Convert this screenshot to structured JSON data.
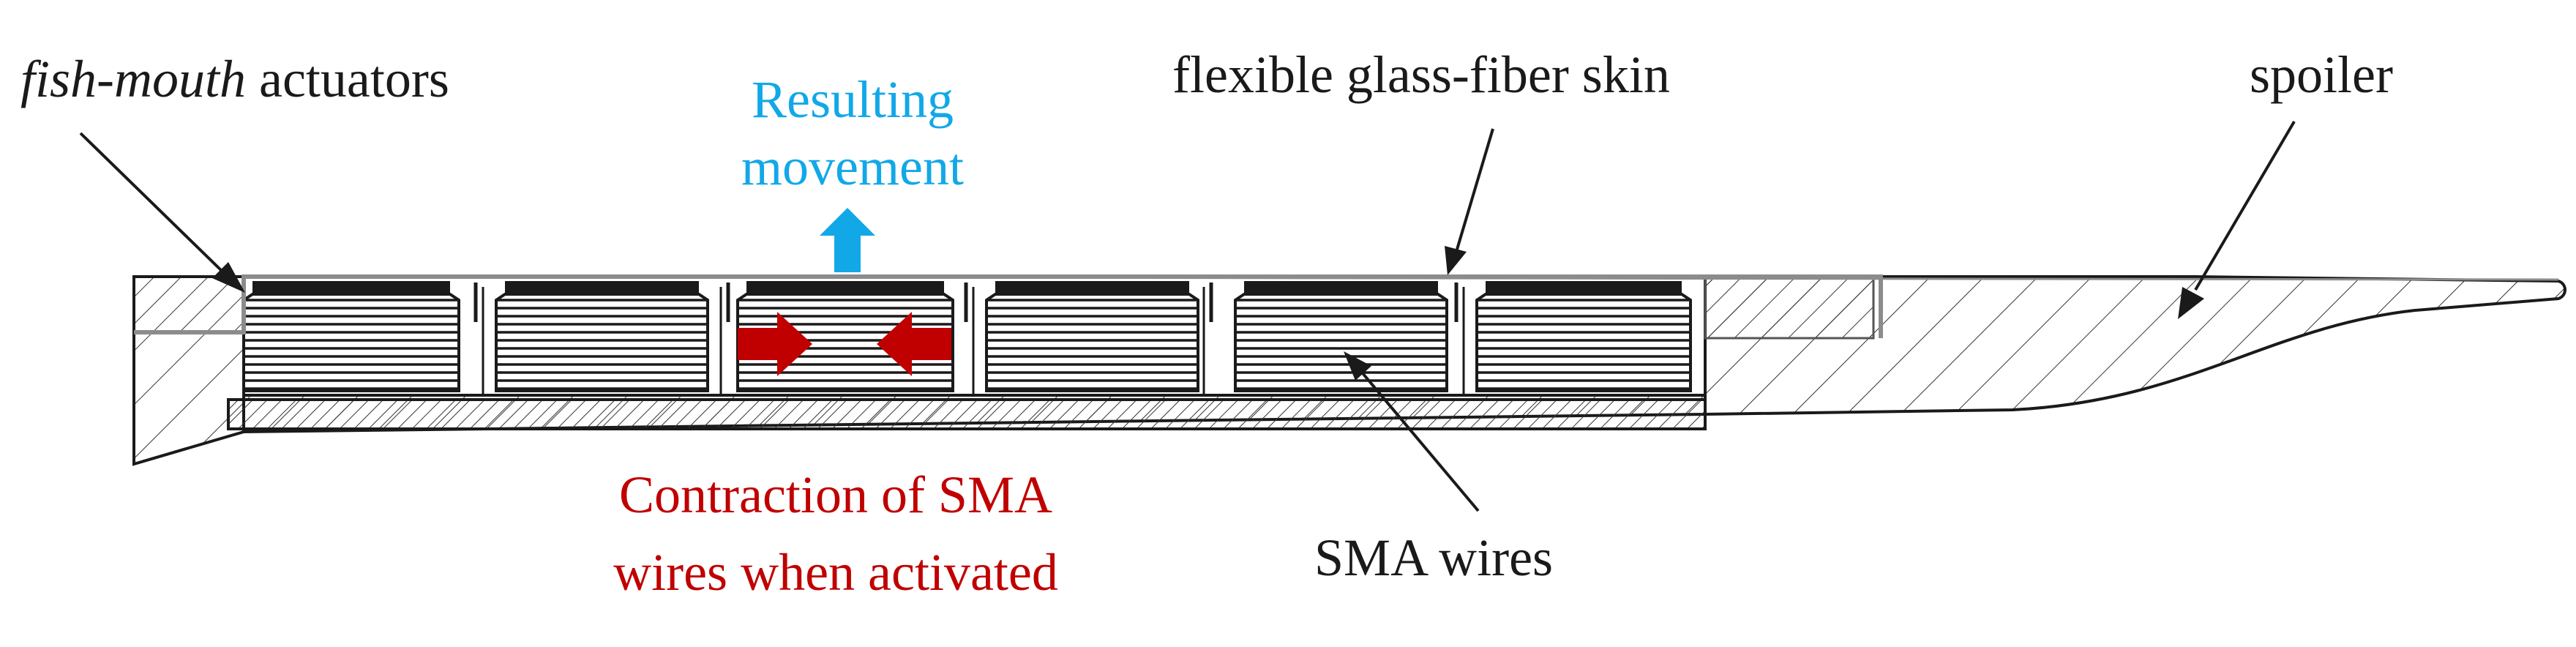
{
  "labels": {
    "fish_mouth_italic": "fish-mouth",
    "actuators": " actuators",
    "skin": "flexible glass-fiber skin",
    "spoiler": "spoiler",
    "resulting_line1": "Resulting",
    "resulting_line2": "movement",
    "contraction_line1": "Contraction of SMA",
    "contraction_line2": "wires when activated",
    "sma_wires": "SMA wires"
  },
  "colors": {
    "movement_arrow": "#12a8e8",
    "contraction_arrow": "#c00000",
    "outline": "#1a1a1a",
    "skin": "#8c8c8c"
  }
}
